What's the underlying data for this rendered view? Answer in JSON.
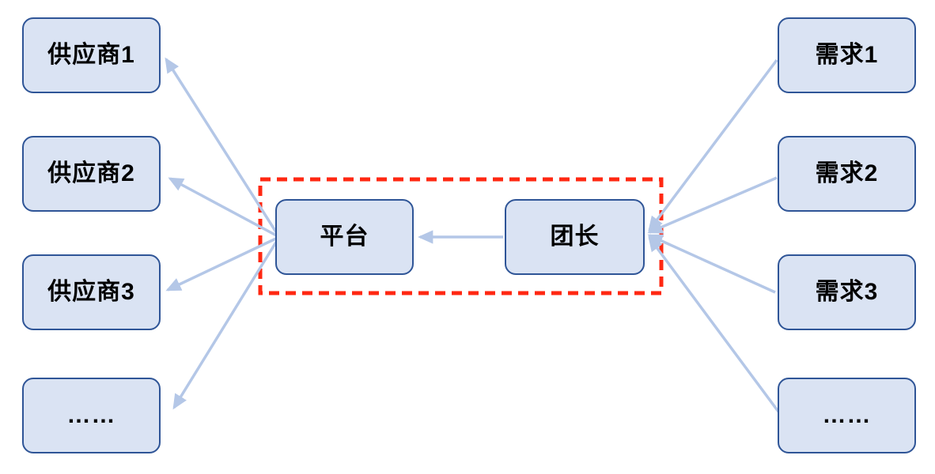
{
  "diagram": {
    "suppliers": [
      {
        "label": "供应商1"
      },
      {
        "label": "供应商2"
      },
      {
        "label": "供应商3"
      },
      {
        "label": "……"
      }
    ],
    "center": {
      "platform": {
        "label": "平台"
      },
      "leader": {
        "label": "团长"
      }
    },
    "demands": [
      {
        "label": "需求1"
      },
      {
        "label": "需求2"
      },
      {
        "label": "需求3"
      },
      {
        "label": "……"
      }
    ],
    "edges": [
      {
        "from": "需求1",
        "to": "团长"
      },
      {
        "from": "需求2",
        "to": "团长"
      },
      {
        "from": "需求3",
        "to": "团长"
      },
      {
        "from": "……",
        "to": "团长"
      },
      {
        "from": "团长",
        "to": "平台"
      },
      {
        "from": "平台",
        "to": "供应商1"
      },
      {
        "from": "平台",
        "to": "供应商2"
      },
      {
        "from": "平台",
        "to": "供应商3"
      },
      {
        "from": "平台",
        "to": "……"
      }
    ],
    "colors": {
      "node_fill": "#dae3f3",
      "node_border": "#2f5597",
      "arrow": "#b4c7e7",
      "highlight_box": "#ff2812",
      "text": "#000000"
    }
  }
}
